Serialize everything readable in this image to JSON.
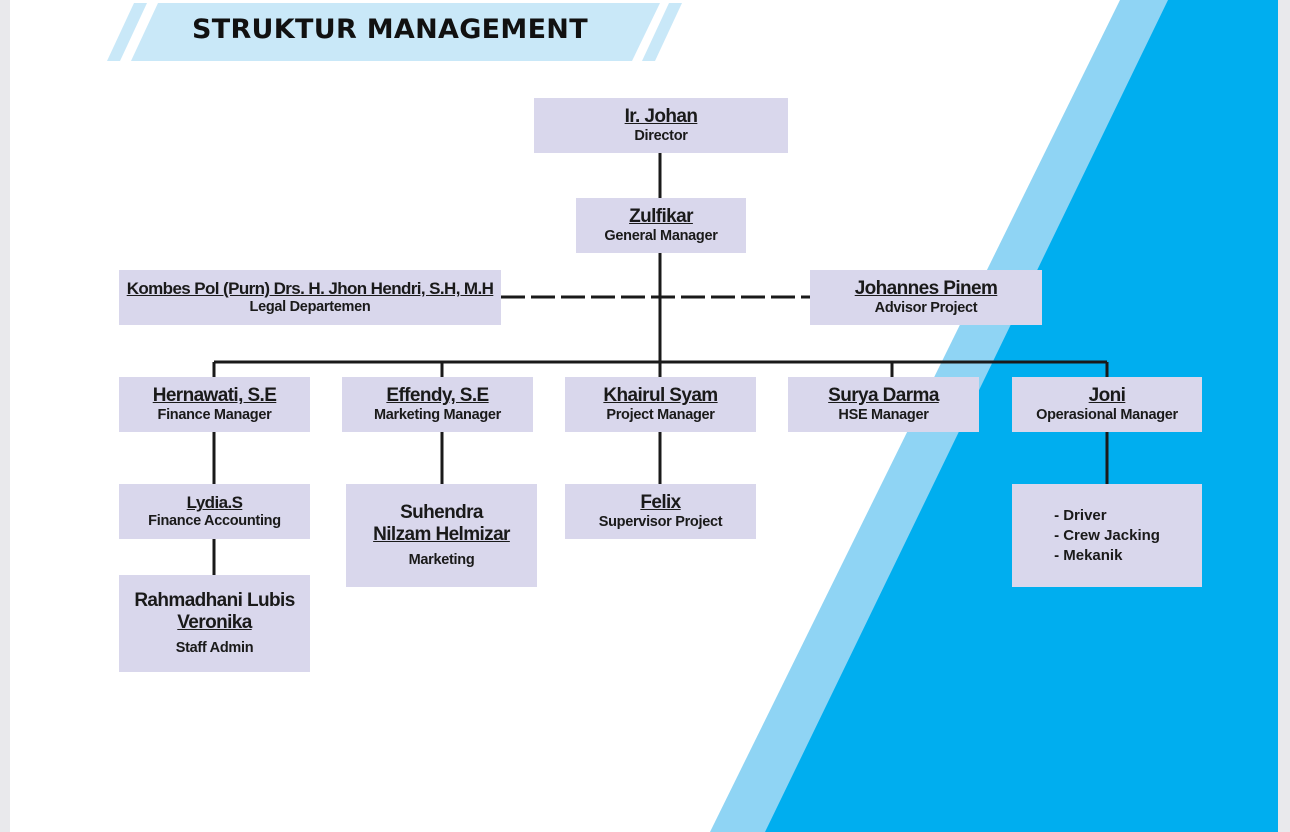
{
  "page": {
    "title": "STRUKTUR MANAGEMENT",
    "colors": {
      "box_fill": "#d9d7ec",
      "banner_fill": "#c9e8f8",
      "stripe_light": "#8fd4f4",
      "stripe_dark": "#00aeef",
      "connector": "#1a1a1a"
    }
  },
  "org": {
    "director": {
      "name": "Ir. Johan",
      "role": "Director"
    },
    "general_manager": {
      "name": "Zulfikar",
      "role": "General Manager"
    },
    "legal": {
      "name": "Kombes Pol (Purn) Drs. H. Jhon Hendri, S.H, M.H",
      "role": "Legal Departemen"
    },
    "advisor": {
      "name": "Johannes Pinem",
      "role": "Advisor Project"
    },
    "finance_manager": {
      "name": "Hernawati, S.E",
      "role": "Finance Manager"
    },
    "marketing_manager": {
      "name": "Effendy, S.E",
      "role": "Marketing Manager"
    },
    "project_manager": {
      "name": "Khairul Syam",
      "role": "Project Manager"
    },
    "hse_manager": {
      "name": "Surya Darma",
      "role": "HSE Manager"
    },
    "operational_manager": {
      "name": "Joni",
      "role": "Operasional Manager"
    },
    "finance_accounting": {
      "name": "Lydia.S",
      "role": "Finance Accounting"
    },
    "staff_admin": {
      "name1": "Rahmadhani Lubis",
      "name2": "Veronika",
      "role": "Staff Admin"
    },
    "marketing": {
      "name1": "Suhendra",
      "name2": "Nilzam Helmizar",
      "role": "Marketing"
    },
    "supervisor": {
      "name": "Felix",
      "role": "Supervisor Project"
    },
    "operations_staff": [
      "- Driver",
      "- Crew Jacking",
      "- Mekanik"
    ]
  }
}
